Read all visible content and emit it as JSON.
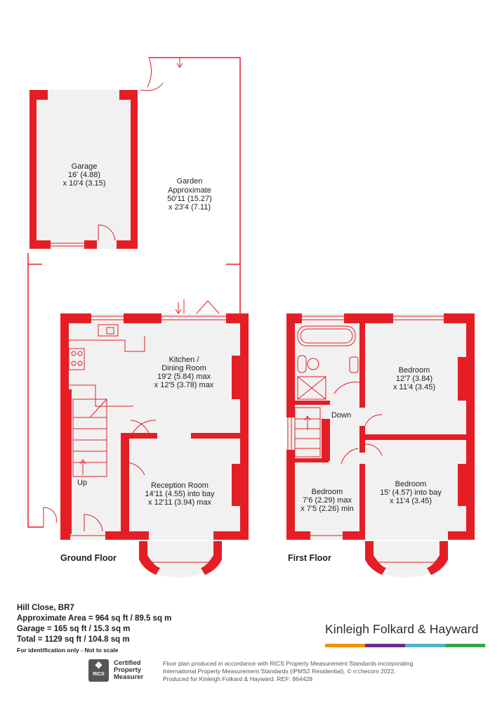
{
  "colors": {
    "wall": "#e51e25",
    "floor": "#f1f1f1",
    "line": "#e51e25"
  },
  "rooms": {
    "garage": {
      "name": "Garage",
      "dim1": "16' (4.88)",
      "dim2": "x 10'4 (3.15)"
    },
    "garden": {
      "name": "Garden",
      "line2": "Approximate",
      "dim1": "50'11 (15.27)",
      "dim2": "x 23'4 (7.11)"
    },
    "kitchen": {
      "name": "Kitchen /",
      "name2": "Dining Room",
      "dim1": "19'2 (5.84) max",
      "dim2": "x 12'5 (3.78) max"
    },
    "reception": {
      "name": "Reception Room",
      "dim1": "14'11 (4.55) into bay",
      "dim2": "x 12'11 (3.94) max"
    },
    "bedroom1": {
      "name": "Bedroom",
      "dim1": "12'7 (3.84)",
      "dim2": "x 11'4 (3.45)"
    },
    "bedroom2": {
      "name": "Bedroom",
      "dim1": "15' (4.57) into bay",
      "dim2": "x 11'4 (3.45)"
    },
    "bedroom3": {
      "name": "Bedroom",
      "dim1": "7'6 (2.29) max",
      "dim2": "x 7'5 (2.26) min"
    }
  },
  "stairs": {
    "up": "Up",
    "down": "Down"
  },
  "floors": {
    "ground": "Ground Floor",
    "first": "First Floor"
  },
  "info": {
    "address": "Hill Close, BR7",
    "area": "Approximate Area = 964 sq ft / 89.5 sq m",
    "garage": "Garage = 165 sq ft / 15.3 sq m",
    "total": "Total = 1129 sq ft / 104.8 sq m",
    "note": "For identification only - Not to scale"
  },
  "brand": {
    "name": "Kinleigh Folkard & Hayward",
    "stripe_colors": [
      "#f39200",
      "#6a2c8e",
      "#4fb3c9",
      "#3aa447"
    ]
  },
  "rics": {
    "badge": "RICS",
    "line1": "Certified",
    "line2": "Property",
    "line3": "Measurer"
  },
  "disclaimer": {
    "line1": "Floor plan produced in accordance with RICS Property Measurement Standards incorporating",
    "line2": "International Property Measurement Standards (IPMS2 Residential).  © n’checom 2022.",
    "line3": "Produced for Kinleigh Folkard & Hayward.  REF: 864428"
  }
}
